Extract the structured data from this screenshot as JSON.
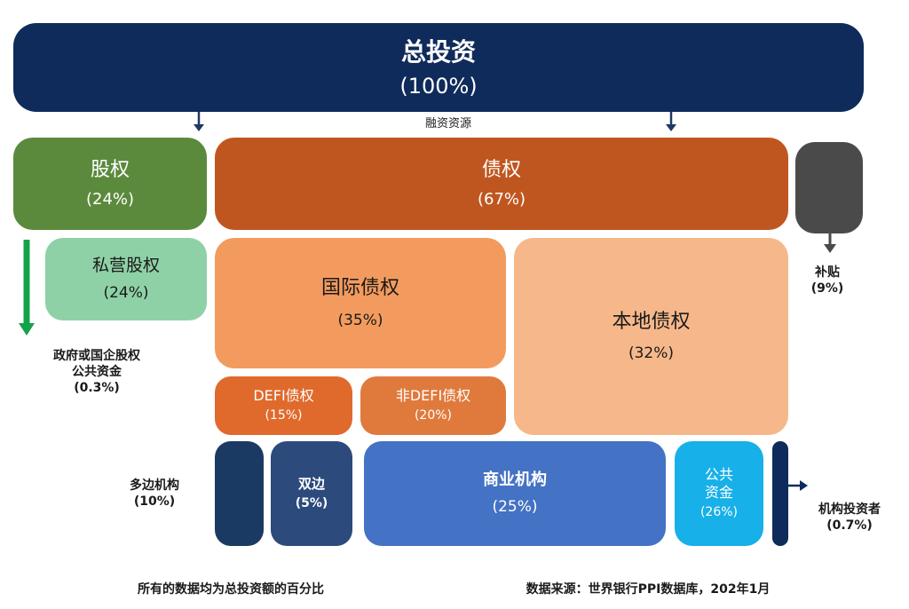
{
  "total": {
    "title": "总投资",
    "pct": "(100%)"
  },
  "source_label": "融资资源",
  "equity": {
    "title": "股权",
    "pct": "(24%)"
  },
  "debt": {
    "title": "债权",
    "pct": "(67%)"
  },
  "subsidy": {
    "title": "补贴",
    "pct": "(9%)"
  },
  "private_equity": {
    "title": "私营股权",
    "pct": "(24%)"
  },
  "gov_equity": {
    "line1": "政府或国企股权",
    "line2": "公共资金",
    "pct": "(0.3%)"
  },
  "intl_debt": {
    "title": "国际债权",
    "pct": "(35%)"
  },
  "local_debt": {
    "title": "本地债权",
    "pct": "(32%)"
  },
  "defi_debt": {
    "title": "DEFI债权",
    "pct": "(15%)"
  },
  "non_defi_debt": {
    "title": "非DEFI债权",
    "pct": "(20%)"
  },
  "multilateral": {
    "title": "多边机构",
    "pct": "(10%)"
  },
  "bilateral": {
    "title": "双边",
    "pct": "(5%)"
  },
  "commercial": {
    "title": "商业机构",
    "pct": "(25%)"
  },
  "public_funds": {
    "line1": "公共",
    "line2": "资金",
    "pct": "(26%)"
  },
  "institutional": {
    "title": "机构投资者",
    "pct": "(0.7%)"
  },
  "footer": {
    "note": "所有的数据均为总投资额的百分比",
    "source": "数据来源：世界银行PPI数据库，202年1月"
  },
  "colors": {
    "navy": "#0f2b5b",
    "equity_green": "#5b8a3c",
    "light_green": "#8fd1a6",
    "debt_orange": "#c0561f",
    "mid_orange": "#f39b5e",
    "light_orange": "#f6b88a",
    "dark_orange": "#e06a2c",
    "gray": "#4a4a4a",
    "dark_navy": "#1b3a63",
    "steel_blue": "#2c4a7c",
    "royal_blue": "#4472c4",
    "cyan": "#17b0e8",
    "green_arrow": "#15a34a"
  }
}
